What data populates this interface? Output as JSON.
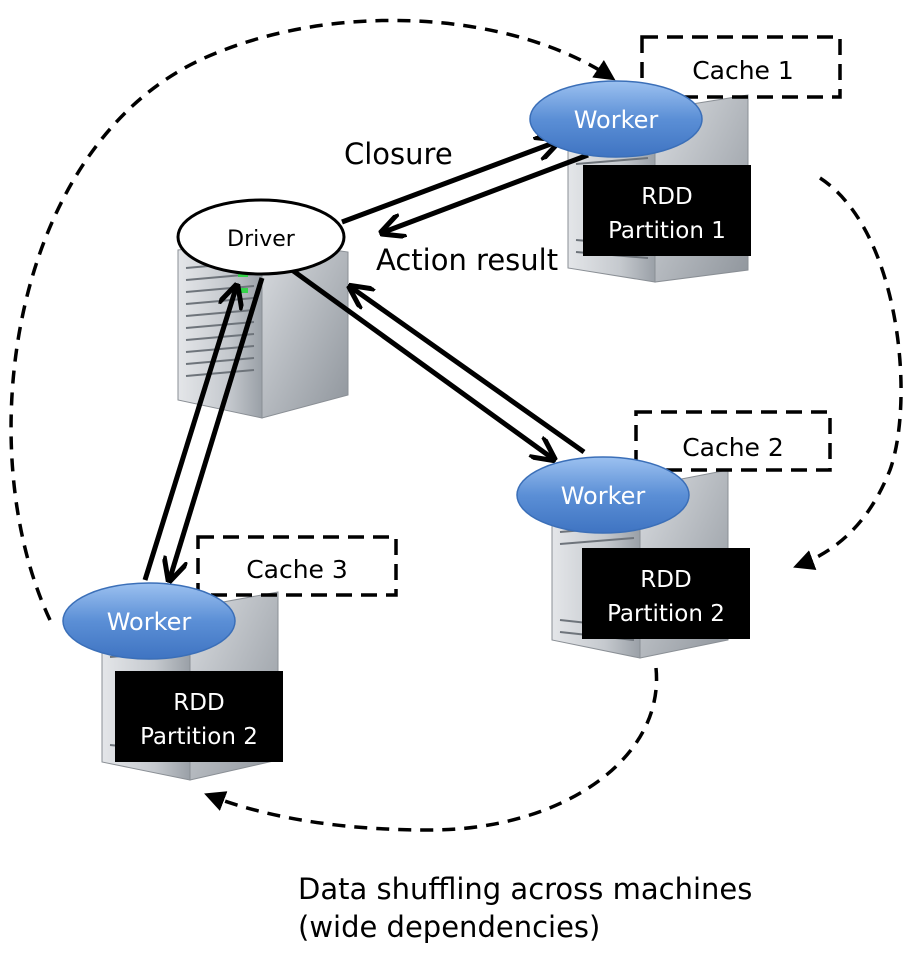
{
  "driver": {
    "label": "Driver"
  },
  "edges": {
    "closure": "Closure",
    "action_result": "Action result"
  },
  "workers": [
    {
      "id": "worker-1",
      "label": "Worker",
      "cache": "Cache 1",
      "rdd_line1": "RDD",
      "rdd_line2": "Partition 1"
    },
    {
      "id": "worker-2",
      "label": "Worker",
      "cache": "Cache 2",
      "rdd_line1": "RDD",
      "rdd_line2": "Partition 2"
    },
    {
      "id": "worker-3",
      "label": "Worker",
      "cache": "Cache 3",
      "rdd_line1": "RDD",
      "rdd_line2": "Partition 2"
    }
  ],
  "caption": {
    "line1": "Data shuffling across machines",
    "line2": "(wide dependencies)"
  },
  "colors": {
    "worker_fill": "#5b8fd6",
    "worker_text": "#ffffff",
    "rdd_fill": "#000000",
    "rdd_text": "#ffffff",
    "server_body": "#b8bcc2",
    "arrow": "#000000"
  }
}
